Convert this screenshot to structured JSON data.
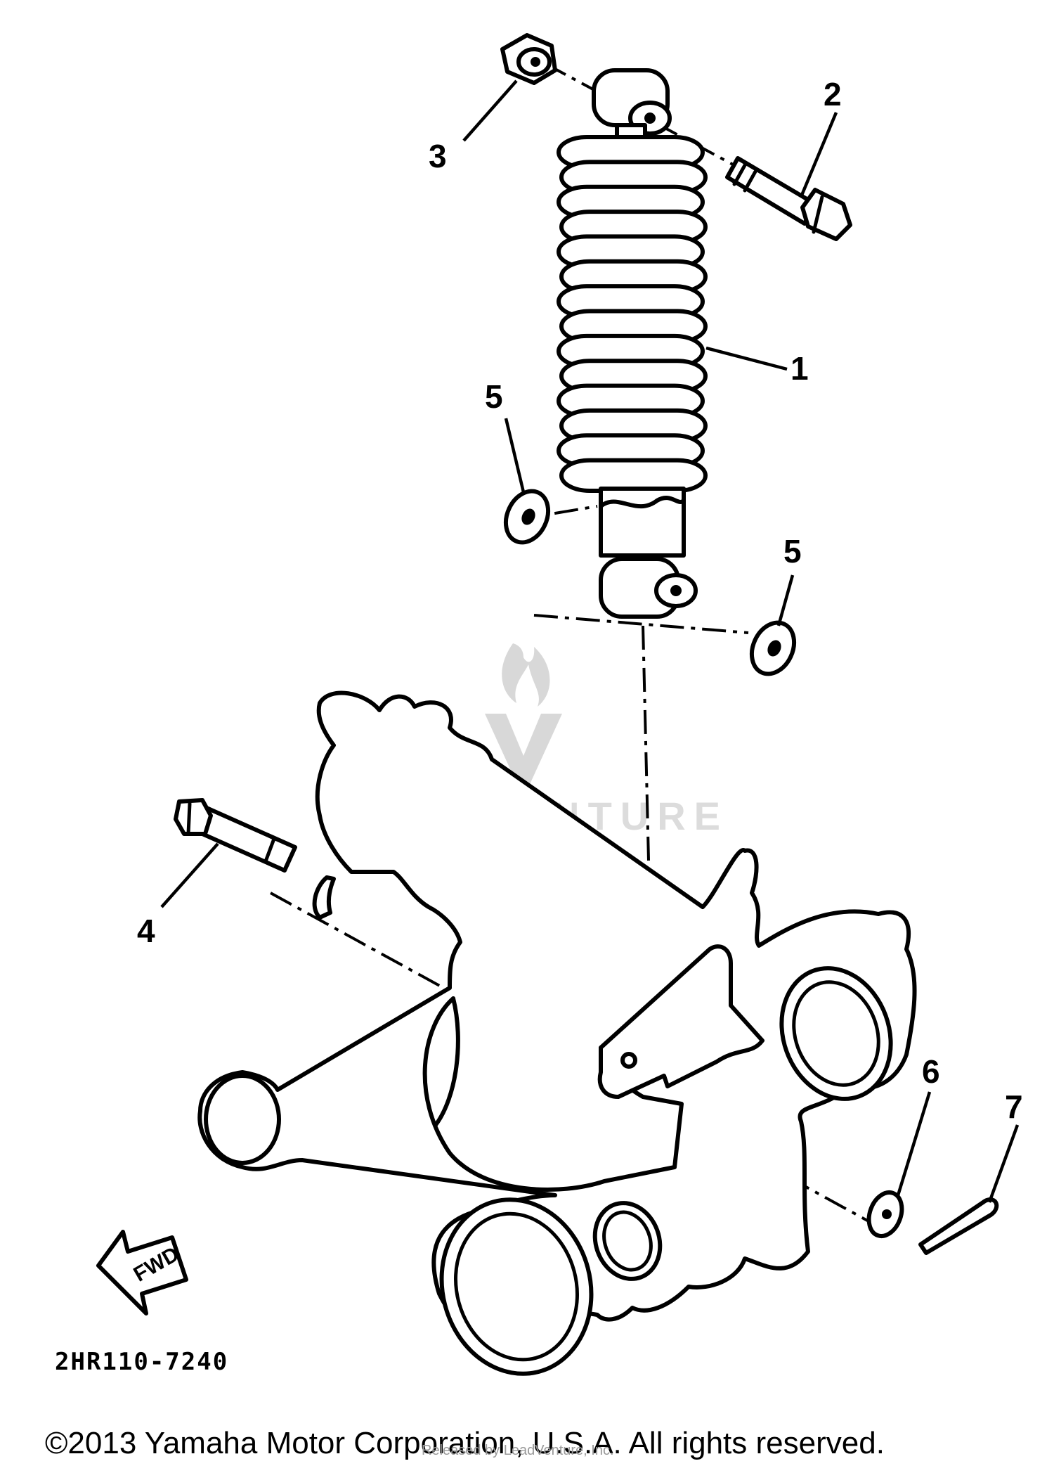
{
  "callouts": [
    {
      "id": "1",
      "label": "1"
    },
    {
      "id": "2",
      "label": "2"
    },
    {
      "id": "3",
      "label": "3"
    },
    {
      "id": "4",
      "label": "4"
    },
    {
      "id": "5a",
      "label": "5"
    },
    {
      "id": "5b",
      "label": "5"
    },
    {
      "id": "6",
      "label": "6"
    },
    {
      "id": "7",
      "label": "7"
    }
  ],
  "fwd_label": "FWD",
  "diagram_code": "2HR110-7240",
  "watermark_text": "LEADVENTURE",
  "copyright": "©2013 Yamaha Motor Corporation, U.S.A. All rights reserved.",
  "publisher": "Released by LeadVenture, Inc."
}
